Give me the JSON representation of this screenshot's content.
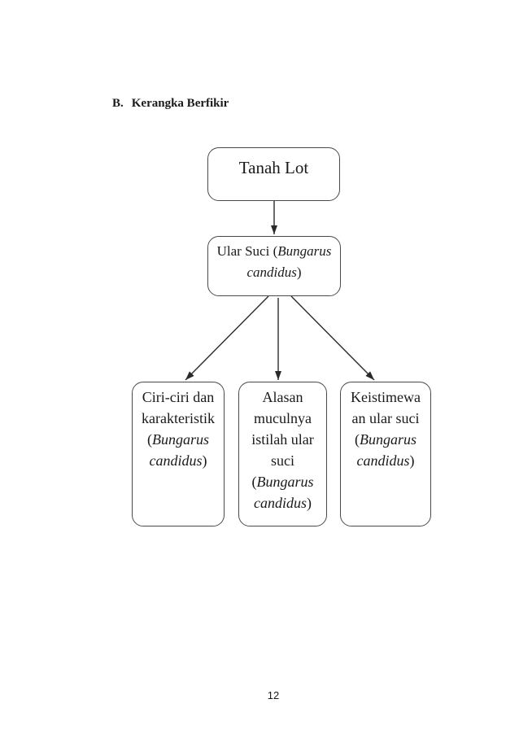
{
  "document": {
    "heading": {
      "number": "B.",
      "title": "Kerangka Berfikir"
    },
    "page_number": "12"
  },
  "colors": {
    "background": "#ffffff",
    "text": "#1a1a1a",
    "box_border": "#4a4a4a",
    "arrow": "#2a2a2a"
  },
  "diagram": {
    "type": "flowchart",
    "nodes": [
      {
        "id": "tanah-lot",
        "lines": [
          [
            {
              "t": "Tanah Lot"
            }
          ]
        ]
      },
      {
        "id": "ular-suci",
        "lines": [
          [
            {
              "t": "Ular Suci ("
            },
            {
              "t": "Bungarus",
              "i": true
            }
          ],
          [
            {
              "t": "candidus",
              "i": true
            },
            {
              "t": ")"
            }
          ]
        ]
      },
      {
        "id": "ciri-ciri",
        "lines": [
          [
            {
              "t": "Ciri-ciri dan"
            }
          ],
          [
            {
              "t": "karakteristik"
            }
          ],
          [
            {
              "t": "("
            },
            {
              "t": "Bungarus",
              "i": true
            }
          ],
          [
            {
              "t": "candidus",
              "i": true
            },
            {
              "t": ")"
            }
          ]
        ]
      },
      {
        "id": "alasan",
        "lines": [
          [
            {
              "t": "Alasan"
            }
          ],
          [
            {
              "t": "muculnya"
            }
          ],
          [
            {
              "t": "istilah ular"
            }
          ],
          [
            {
              "t": "suci"
            }
          ],
          [
            {
              "t": "("
            },
            {
              "t": "Bungarus",
              "i": true
            }
          ],
          [
            {
              "t": "candidus",
              "i": true
            },
            {
              "t": ")"
            }
          ]
        ]
      },
      {
        "id": "keistimewaan",
        "lines": [
          [
            {
              "t": "Keistimewa"
            }
          ],
          [
            {
              "t": "an ular suci"
            }
          ],
          [
            {
              "t": "("
            },
            {
              "t": "Bungarus",
              "i": true
            }
          ],
          [
            {
              "t": "candidus",
              "i": true
            },
            {
              "t": ")"
            }
          ]
        ]
      }
    ],
    "edges": [
      {
        "from": "tanah-lot",
        "to": "ular-suci"
      },
      {
        "from": "ular-suci",
        "to": "ciri-ciri"
      },
      {
        "from": "ular-suci",
        "to": "alasan"
      },
      {
        "from": "ular-suci",
        "to": "keistimewaan"
      }
    ]
  }
}
